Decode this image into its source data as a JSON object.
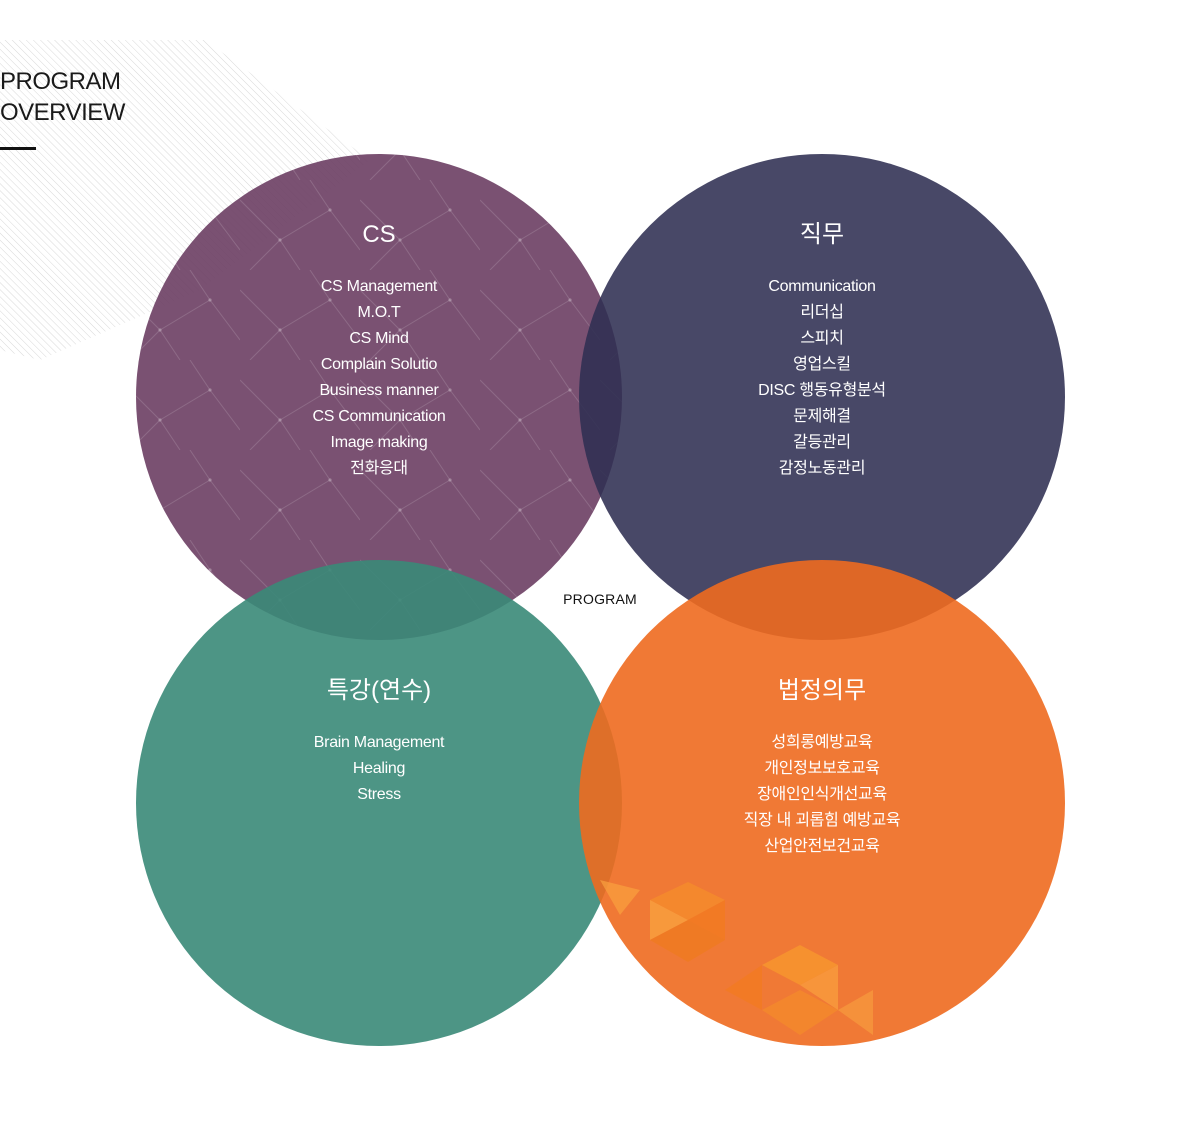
{
  "section": {
    "title_line1": "PROGRAM",
    "title_line2": "OVERVIEW"
  },
  "center_label": "PROGRAM",
  "colors": {
    "cs": "#6b3e63",
    "job": "#2f2f52",
    "special": "#3a8a78",
    "legal": "#ee6a1f"
  },
  "circles": [
    {
      "heading": "CS",
      "items": [
        "CS Management",
        "M.O.T",
        "CS Mind",
        "Complain Solutio",
        "Business manner",
        "CS Communication",
        "Image making",
        "전화응대"
      ]
    },
    {
      "heading": "직무",
      "items": [
        "Communication",
        "리더십",
        "스피치",
        "영업스킬",
        "DISC 행동유형분석",
        "문제해결",
        "갈등관리",
        "감정노동관리"
      ]
    },
    {
      "heading": "특강(연수)",
      "items": [
        "Brain Management",
        "Healing",
        "Stress"
      ]
    },
    {
      "heading": "법정의무",
      "items": [
        "성희롱예방교육",
        "개인정보보호교육",
        "장애인인식개선교육",
        "직장 내 괴롭힘 예방교육",
        "산업안전보건교육"
      ]
    }
  ]
}
